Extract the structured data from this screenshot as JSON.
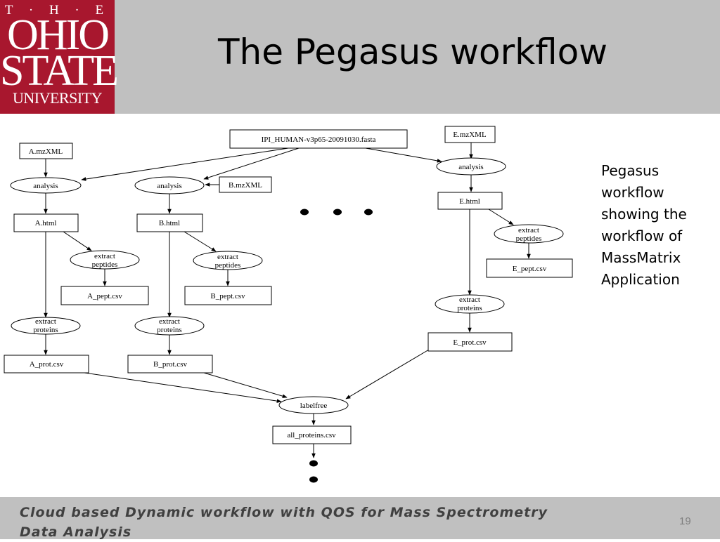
{
  "header": {
    "logo": {
      "the_line": "T · H · E",
      "ohio": "OHIO",
      "state": "STATE",
      "university": "UNIVERSITY"
    },
    "title": "The Pegasus workflow"
  },
  "diagram": {
    "nodes": {
      "fasta": "IPI_HUMAN-v3p65-20091030.fasta",
      "a_mzxml": "A.mzXML",
      "b_mzxml": "B.mzXML",
      "e_mzxml": "E.mzXML",
      "a_analysis": "analysis",
      "b_analysis": "analysis",
      "e_analysis": "analysis",
      "a_html": "A.html",
      "b_html": "B.html",
      "e_html": "E.html",
      "a_extract_peptides": [
        "extract",
        "peptides"
      ],
      "b_extract_peptides": [
        "extract",
        "peptides"
      ],
      "e_extract_peptides": [
        "extract",
        "peptides"
      ],
      "a_pept": "A_pept.csv",
      "b_pept": "B_pept.csv",
      "e_pept": "E_pept.csv",
      "a_extract_proteins": [
        "extract",
        "proteins"
      ],
      "b_extract_proteins": [
        "extract",
        "proteins"
      ],
      "e_extract_proteins": [
        "extract",
        "proteins"
      ],
      "a_prot": "A_prot.csv",
      "b_prot": "B_prot.csv",
      "e_prot": "E_prot.csv",
      "labelfree": "labelfree",
      "all_proteins": "all_proteins.csv"
    }
  },
  "caption": {
    "lines": [
      "Pegasus",
      "workflow",
      "showing the",
      "workflow of",
      "MassMatrix",
      "Application"
    ]
  },
  "footer": {
    "text": "Cloud based Dynamic workflow with QOS for Mass Spectrometry Data Analysis",
    "page_number": "19"
  },
  "colors": {
    "brand_scarlet": "#a8172e",
    "header_gray": "#c0c0c0"
  }
}
